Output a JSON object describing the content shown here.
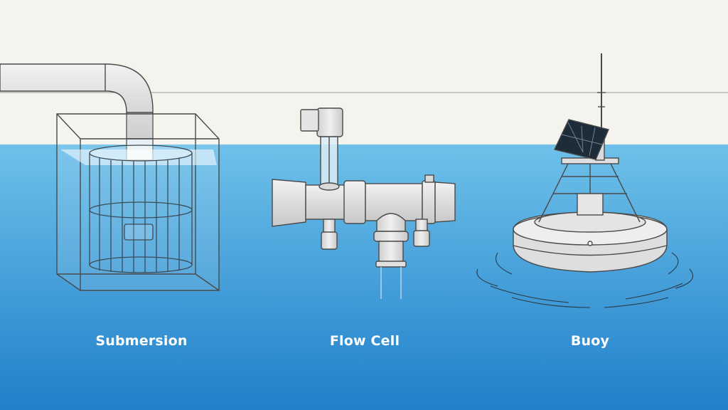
{
  "labels": {
    "submersion": "Submersion",
    "flow_cell": "Flow Cell",
    "buoy": "Buoy"
  },
  "colors": {
    "sky": "#f4f3ee",
    "water_top": "#6fc1ea",
    "water_bottom": "#1f7fc9",
    "label_text": "#ffffff",
    "line": "#4a4a4a",
    "pipe": "#e2e2e2"
  }
}
